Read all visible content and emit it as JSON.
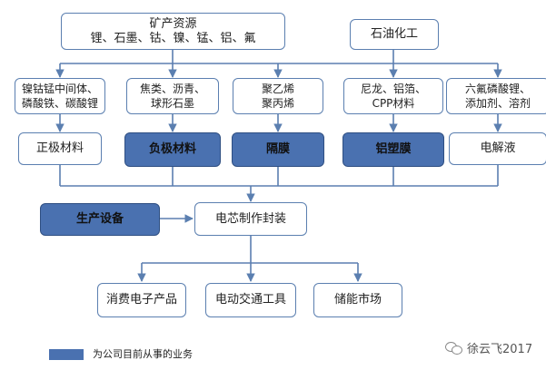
{
  "top": {
    "ore": {
      "line1": "矿产资源",
      "line2": "锂、石墨、钴、镍、锰、铝、氟"
    },
    "petro": "石油化工"
  },
  "materials": [
    {
      "line1": "镍钴锰中间体、",
      "line2": "磷酸铁、碳酸锂"
    },
    {
      "line1": "焦类、沥青、",
      "line2": "球形石墨"
    },
    {
      "line1": "聚乙烯",
      "line2": "聚丙烯"
    },
    {
      "line1": "尼龙、铝箔、",
      "line2": "CPP材料"
    },
    {
      "line1": "六氟磷酸锂、",
      "line2": "添加剂、溶剂"
    }
  ],
  "components": [
    {
      "label": "正极材料",
      "highlight": false
    },
    {
      "label": "负极材料",
      "highlight": true
    },
    {
      "label": "隔膜",
      "highlight": true
    },
    {
      "label": "铝塑膜",
      "highlight": true
    },
    {
      "label": "电解液",
      "highlight": false
    }
  ],
  "middle": {
    "equipment": "生产设备",
    "assembly": "电芯制作封装"
  },
  "applications": [
    "消费电子产品",
    "电动交通工具",
    "储能市场"
  ],
  "legend": {
    "text": "为公司目前从事的业务",
    "color": "#4a71b0"
  },
  "watermark": {
    "text": "徐云飞2017",
    "icon": "wechat-icon"
  },
  "colors": {
    "line": "#5b7fb0",
    "highlight": "#4a71b0"
  }
}
